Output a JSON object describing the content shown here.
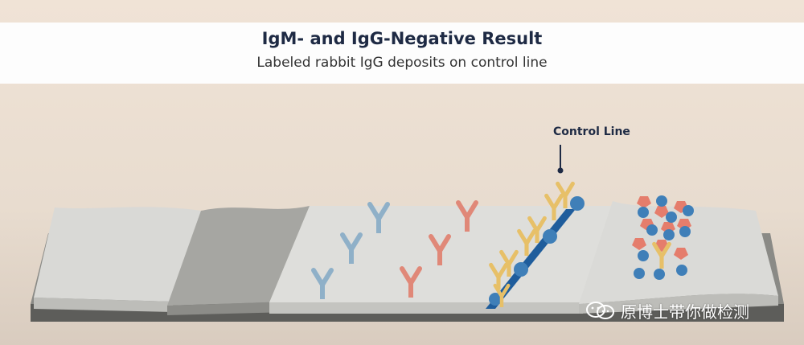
{
  "header": {
    "title": "IgM- and IgG-Negative Result",
    "subtitle": "Labeled rabbit IgG deposits on control line"
  },
  "labels": {
    "control_line": "Control Line"
  },
  "watermark": {
    "icon": "wechat-icon",
    "text": "原博士带你做检测"
  },
  "colors": {
    "background": "#ece0d3",
    "title": "#1e2a44",
    "control_line": "#1f5d9c",
    "antibody_blue": "#8fb0c8",
    "antibody_red": "#e08878",
    "antibody_yellow": "#e7c068",
    "antigen_blue": "#3f7fb8",
    "antigen_red": "#e57d6c"
  }
}
